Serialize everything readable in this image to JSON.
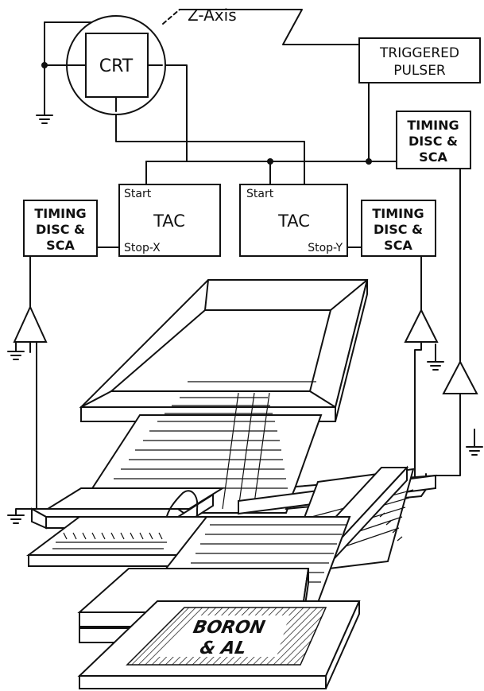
{
  "labels": {
    "z_axis": "Z-Axis",
    "crt": "CRT",
    "triggered_pulser_line1": "TRIGGERED",
    "triggered_pulser_line2": "PULSER",
    "timing_line1": "TIMING",
    "timing_line2": "DISC &",
    "timing_line3": "SCA",
    "start": "Start",
    "tac": "TAC",
    "stop_x": "Stop-X",
    "stop_y": "Stop-Y",
    "target_line1": "BORON",
    "target_line2": "& AL"
  }
}
